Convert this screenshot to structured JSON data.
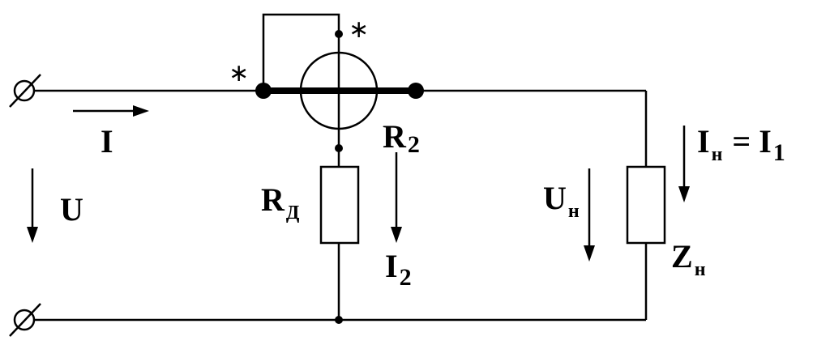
{
  "labels": {
    "source_current": "I",
    "source_voltage": "U",
    "meter_resistance": {
      "main": "R",
      "sub": "2"
    },
    "added_resistor": {
      "main": "R",
      "sub": "Д"
    },
    "meter_current": {
      "main": "I",
      "sub": "2"
    },
    "load_voltage": {
      "main": "U",
      "sub": "н"
    },
    "load_current": {
      "main": "I",
      "sub": "н",
      "eq": "= I",
      "eq_sub": "1"
    },
    "load_impedance": {
      "main": "Z",
      "sub": "н"
    },
    "star_mark": "∗"
  },
  "style": {
    "stroke": "#000000",
    "background": "#ffffff"
  }
}
